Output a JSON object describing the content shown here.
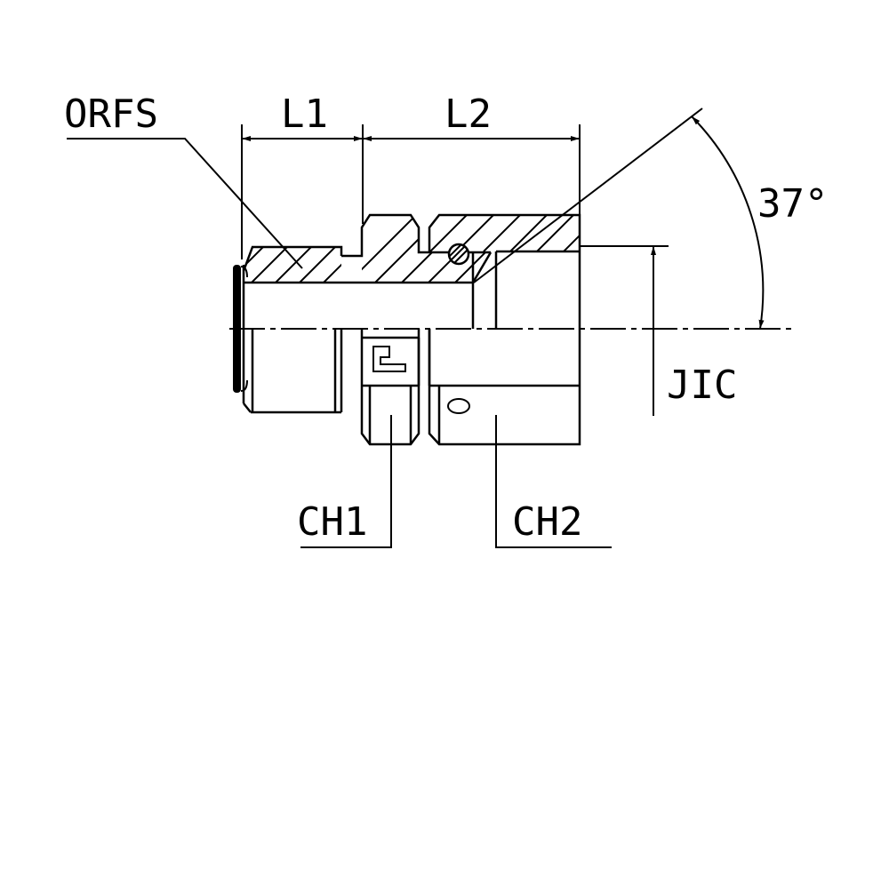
{
  "labels": {
    "orfs": "ORFS",
    "l1": "L1",
    "l2": "L2",
    "angle": "37°",
    "jic": "JIC",
    "ch1": "CH1",
    "ch2": "CH2"
  },
  "colors": {
    "line": "#000000",
    "background": "#ffffff"
  }
}
